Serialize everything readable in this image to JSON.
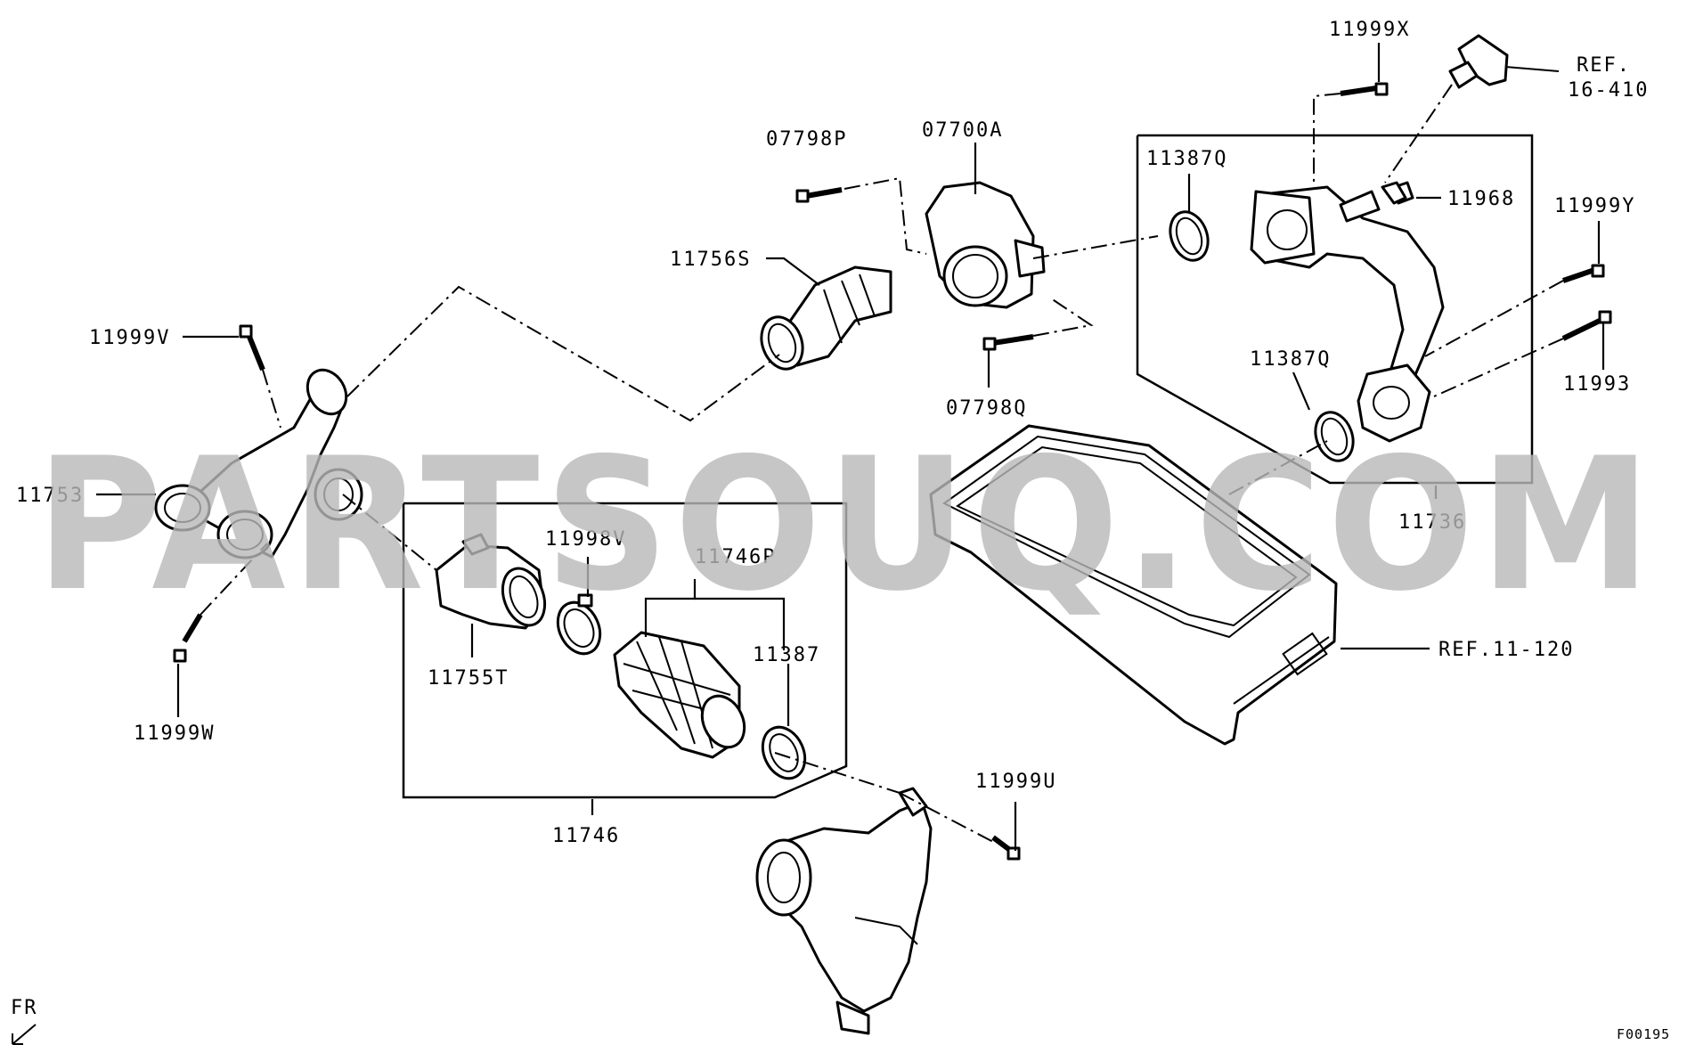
{
  "watermark": "PARTSOUQ.COM",
  "figure_code": "F00195",
  "direction_label": "FR",
  "parts": {
    "p11999X": "11999X",
    "ref16": "REF.",
    "ref16b": "16-410",
    "p07700A": "07700A",
    "p07798P": "07798P",
    "p11387Q_top": "11387Q",
    "p11968": "11968",
    "p11999Y": "11999Y",
    "p11756S": "11756S",
    "p11999V": "11999V",
    "p07798Q": "07798Q",
    "p11387Q_bot": "11387Q",
    "p11993": "11993",
    "p11753": "11753",
    "p11736": "11736",
    "p11998V": "11998V",
    "p11746P": "11746P",
    "p11387": "11387",
    "p11755T": "11755T",
    "ref11": "REF.11-120",
    "p11999W": "11999W",
    "p11999U": "11999U",
    "p11746": "11746"
  }
}
